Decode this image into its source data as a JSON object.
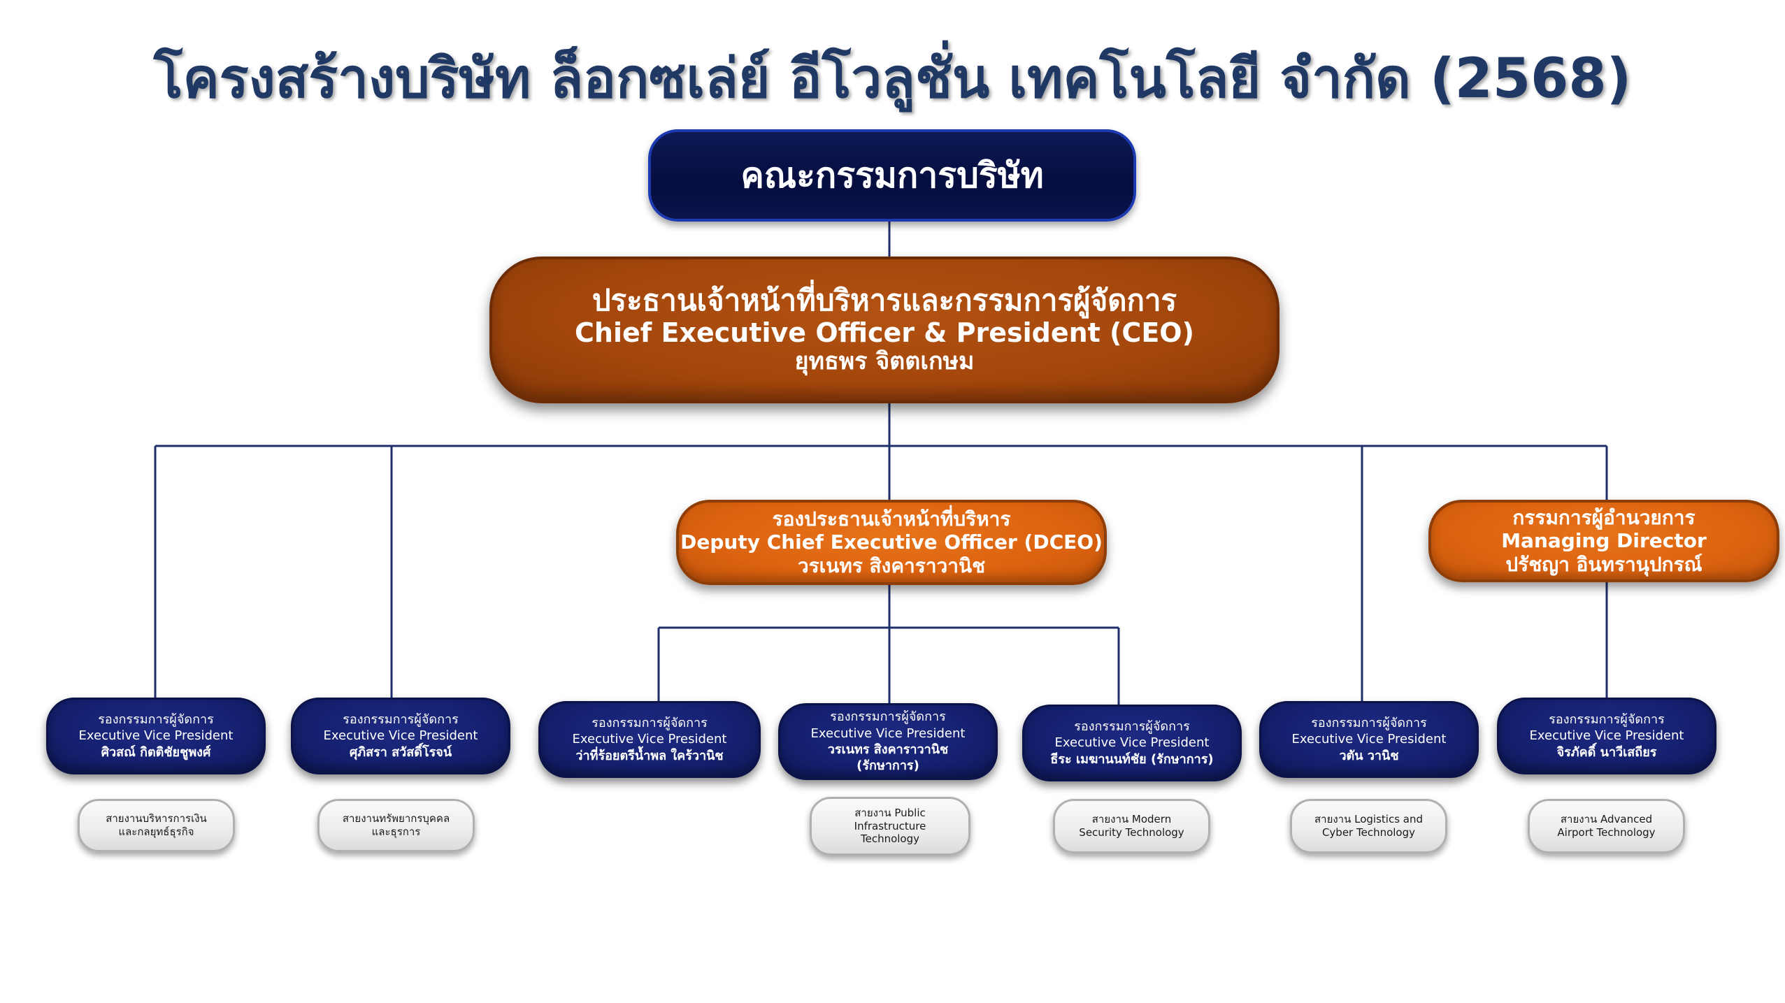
{
  "title": "โครงสร้างบริษัท ล็อกซเล่ย์ อีโวลูชั่น เทคโนโลยี จำกัด (2568)",
  "board": {
    "label": "คณะกรรมการบริษัท"
  },
  "ceo": {
    "title_th": "ประธานเจ้าหน้าที่บริหารและกรรมการผู้จัดการ",
    "title_en": "Chief Executive Officer & President (CEO)",
    "name": "ยุทธพร จิตตเกษม"
  },
  "dceo": {
    "title_th": "รองประธานเจ้าหน้าที่บริหาร",
    "title_en": "Deputy Chief Executive Officer (DCEO)",
    "name": "วรเนทร  สิงคาราวานิช"
  },
  "md": {
    "title_th": "กรรมการผู้อำนวยการ",
    "title_en": "Managing Director",
    "name": "ปรัชญา อินทรานุปกรณ์"
  },
  "evps": [
    {
      "title_th": "รองกรรมการผู้จัดการ",
      "title_en": "Executive Vice President",
      "name": "ศิวสณ์ กิตติชัยชูพงศ์",
      "name2": ""
    },
    {
      "title_th": "รองกรรมการผู้จัดการ",
      "title_en": "Executive Vice President",
      "name": "ศุภิสรา  สวัสดิ์โรจน์",
      "name2": ""
    },
    {
      "title_th": "รองกรรมการผู้จัดการ",
      "title_en": "Executive Vice President",
      "name": "ว่าที่ร้อยตรีน้ำพล ใคร้วานิช",
      "name2": ""
    },
    {
      "title_th": "รองกรรมการผู้จัดการ",
      "title_en": "Executive Vice President",
      "name": "วรเนทร สิงคาราวานิช",
      "name2": "(รักษาการ)"
    },
    {
      "title_th": "รองกรรมการผู้จัดการ",
      "title_en": "Executive Vice President",
      "name": "ธีระ  เมฆานนท์ชัย (รักษาการ)",
      "name2": ""
    },
    {
      "title_th": "รองกรรมการผู้จัดการ",
      "title_en": "Executive Vice President",
      "name": "วตัน  วานิช",
      "name2": ""
    },
    {
      "title_th": "รองกรรมการผู้จัดการ",
      "title_en": "Executive Vice President",
      "name": "จิรภัคดิ์ นาวีเสถียร",
      "name2": ""
    }
  ],
  "depts": [
    {
      "label": "สายงานบริหารการเงิน\nและกลยุทธ์ธุรกิจ"
    },
    {
      "label": "สายงานทรัพยากรบุคคล\nและธุรการ"
    },
    {
      "label": "สายงาน Public\nInfrastructure\nTechnology"
    },
    {
      "label": "สายงาน Modern\nSecurity Technology"
    },
    {
      "label": "สายงาน Logistics and\nCyber Technology"
    },
    {
      "label": "สายงาน Advanced\nAirport Technology"
    }
  ]
}
